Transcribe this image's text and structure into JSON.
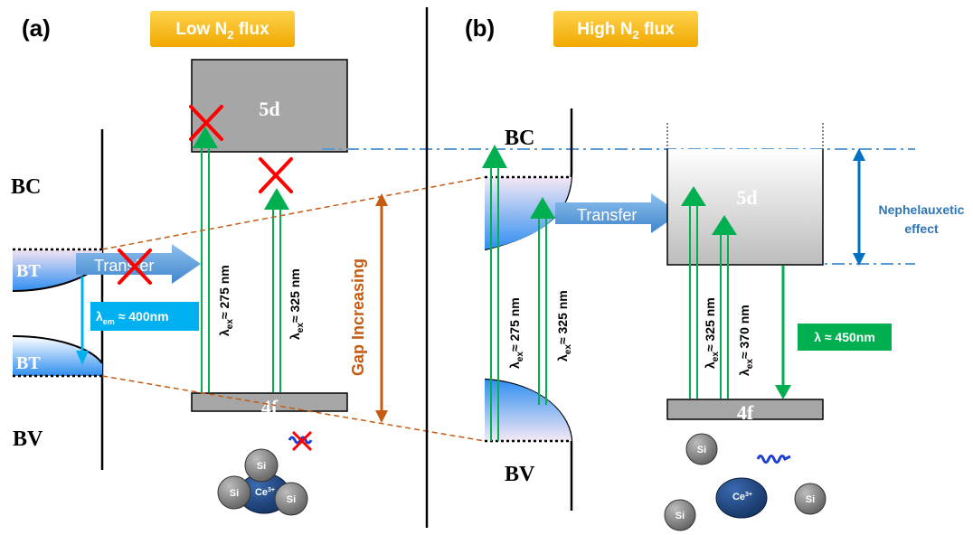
{
  "panels": {
    "a": {
      "label": "(a)",
      "flux_main": "Low N",
      "flux_sub": "2",
      "flux_tail": " flux"
    },
    "b": {
      "label": "(b)",
      "flux_main": "High N",
      "flux_sub": "2",
      "flux_tail": " flux"
    }
  },
  "levels": {
    "conduction_band": "BC",
    "valence_band": "BV",
    "trap": "BT",
    "ce_5d": "5d",
    "ce_4f": "4f"
  },
  "excitations": {
    "a1": {
      "lambda": "λ",
      "sub": "ex",
      "value": "≈ 275 nm"
    },
    "a2": {
      "lambda": "λ",
      "sub": "ex",
      "value": "≈ 325 nm"
    },
    "b1": {
      "lambda": "λ",
      "sub": "ex",
      "value": "≈ 275 nm"
    },
    "b2": {
      "lambda": "λ",
      "sub": "ex",
      "value": "≈ 325 nm"
    },
    "b3": {
      "lambda": "λ",
      "sub": "ex",
      "value": "≈ 325 nm"
    },
    "b4": {
      "lambda": "λ",
      "sub": "ex",
      "value": "≈ 370 nm"
    }
  },
  "emission_a": {
    "lambda": "λ",
    "sub": "em",
    "value": " ≈ 400nm"
  },
  "emission_b": {
    "text": "λ ≈ 450nm"
  },
  "transfer_a": "Transfer",
  "transfer_b": "Transfer",
  "gap_label": "Gap Increasing",
  "nephelauxetic": {
    "line1": "Nephelauxetic",
    "line2": "effect"
  },
  "atoms": {
    "si": "Si",
    "ce": "Ce",
    "ce_charge": "3+"
  },
  "colors": {
    "flux_badge": "#f5b800",
    "excitation": "#00b050",
    "transfer_arrow": "#5b9bd5",
    "emission_a_badge": "#00b0f0",
    "emission_b_badge": "#00b050",
    "gap_arrow": "#c55a11",
    "nephelauxetic_arrow": "#0070c0",
    "cross": "#ff0000",
    "level_box": "#a6a6a6"
  }
}
